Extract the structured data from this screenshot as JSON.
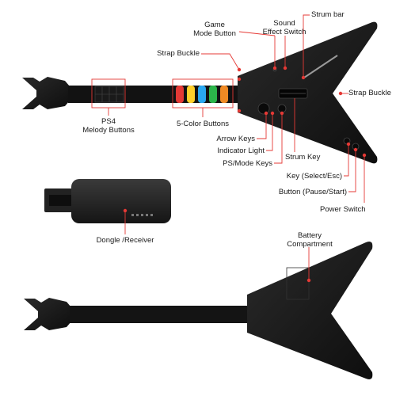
{
  "labels": {
    "game_mode": [
      "Game",
      "Mode Button"
    ],
    "sound_effect": [
      "Sound",
      "Effect Switch"
    ],
    "strum_bar": "Strum bar",
    "strap_buckle_top": "Strap Buckle",
    "strap_buckle_right": "Strap Buckle",
    "ps4_melody": [
      "PS4",
      "Melody Buttons"
    ],
    "five_color": "5-Color Buttons",
    "arrow_keys": "Arrow Keys",
    "indicator_light": "Indicator Light",
    "ps_mode_keys": "PS/Mode Keys",
    "strum_key": "Strum Key",
    "key_select": "Key (Select/Esc)",
    "button_pause": "Button (Pause/Start)",
    "power_switch": "Power Switch",
    "dongle": "Dongle /Receiver",
    "battery": [
      "Battery",
      "Compartment"
    ]
  },
  "colors": {
    "accent": "#e53935",
    "body": "#161616",
    "fret_buttons": [
      "#e53935",
      "#ffcf2a",
      "#2aa8f0",
      "#2bb54a",
      "#f08a24"
    ]
  }
}
